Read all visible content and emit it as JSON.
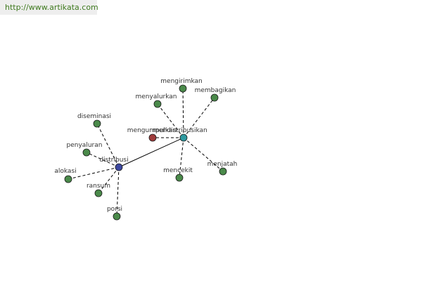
{
  "source": {
    "label": "http://www.artikata.com"
  },
  "colors": {
    "leaf": "#4a8a4a",
    "hub_primary": "#3c47a0",
    "hub_secondary": "#2e9aa0",
    "related": "#a03c3c",
    "edge": "#000000"
  },
  "graph": {
    "nodes": [
      {
        "id": "distribusi",
        "label": "distribusi",
        "kind": "hub_primary"
      },
      {
        "id": "mendistribusikan",
        "label": "mendistribusikan",
        "kind": "hub_secondary"
      },
      {
        "id": "mengumpulkan",
        "label": "mengumpulkan",
        "kind": "related"
      },
      {
        "id": "mengirimkan",
        "label": "mengirimkan",
        "kind": "leaf"
      },
      {
        "id": "membagikan",
        "label": "membagikan",
        "kind": "leaf"
      },
      {
        "id": "menyalurkan",
        "label": "menyalurkan",
        "kind": "leaf"
      },
      {
        "id": "mencekit",
        "label": "mencekit",
        "kind": "leaf"
      },
      {
        "id": "menjatah",
        "label": "menjatah",
        "kind": "leaf"
      },
      {
        "id": "diseminasi",
        "label": "diseminasi",
        "kind": "leaf"
      },
      {
        "id": "penyaluran",
        "label": "penyaluran",
        "kind": "leaf"
      },
      {
        "id": "alokasi",
        "label": "alokasi",
        "kind": "leaf"
      },
      {
        "id": "ransum",
        "label": "ransum",
        "kind": "leaf"
      },
      {
        "id": "porsi",
        "label": "porsi",
        "kind": "leaf"
      }
    ],
    "edges": [
      {
        "from": "distribusi",
        "to": "mendistribusikan",
        "style": "solid"
      },
      {
        "from": "mendistribusikan",
        "to": "mengumpulkan",
        "style": "dashed"
      },
      {
        "from": "mendistribusikan",
        "to": "mengirimkan",
        "style": "dashed"
      },
      {
        "from": "mendistribusikan",
        "to": "membagikan",
        "style": "dashed"
      },
      {
        "from": "mendistribusikan",
        "to": "menyalurkan",
        "style": "dashed"
      },
      {
        "from": "mendistribusikan",
        "to": "mencekit",
        "style": "dashed"
      },
      {
        "from": "mendistribusikan",
        "to": "menjatah",
        "style": "dashed"
      },
      {
        "from": "distribusi",
        "to": "diseminasi",
        "style": "dashed"
      },
      {
        "from": "distribusi",
        "to": "penyaluran",
        "style": "dashed"
      },
      {
        "from": "distribusi",
        "to": "alokasi",
        "style": "dashed"
      },
      {
        "from": "distribusi",
        "to": "ransum",
        "style": "dashed"
      },
      {
        "from": "distribusi",
        "to": "porsi",
        "style": "dashed"
      }
    ]
  }
}
